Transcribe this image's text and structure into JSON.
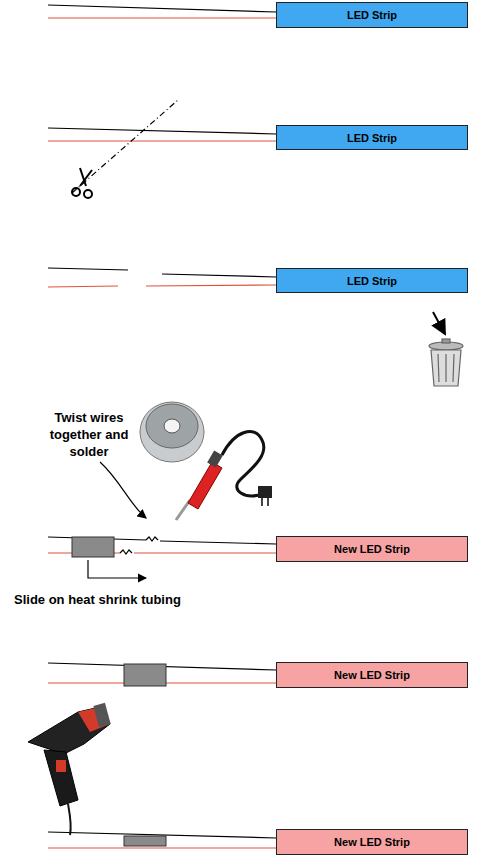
{
  "diagram": {
    "nodes": [
      {
        "text": [
          "LED Strip"
        ]
      },
      {
        "text": [
          "LED Strip"
        ]
      },
      {
        "text": [
          "LED Strip"
        ]
      },
      {
        "text": [
          "New LED Strip"
        ]
      },
      {
        "text": [
          "New LED Strip"
        ]
      },
      {
        "text": [
          "New LED Strip"
        ]
      }
    ],
    "labels": [
      "Twist wires together and solder",
      "Slide on heat shrink tubing"
    ]
  }
}
